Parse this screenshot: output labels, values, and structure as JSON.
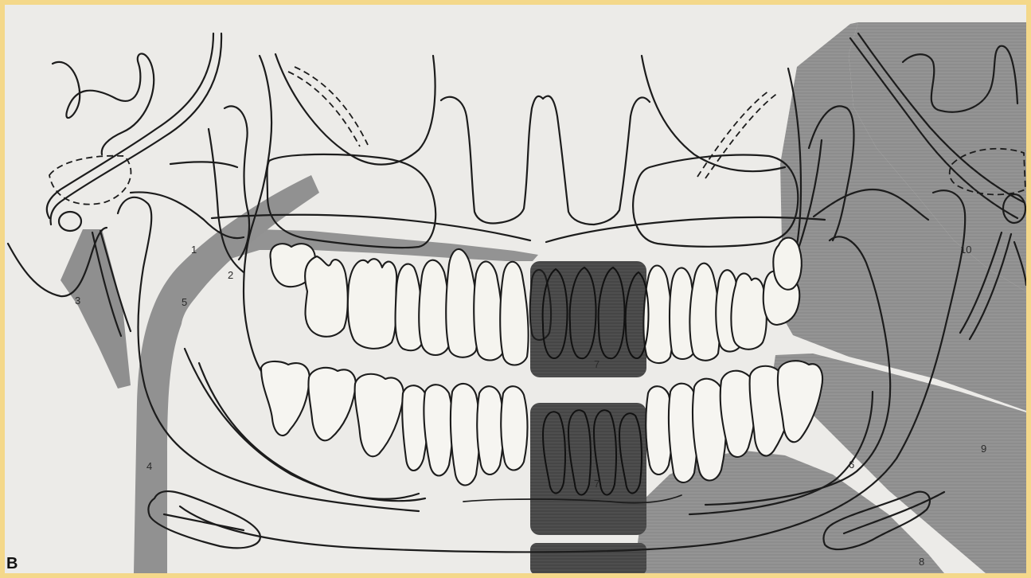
{
  "figure": {
    "panel_letter": "B",
    "labels": [
      "1",
      "2",
      "3",
      "4",
      "5",
      "6",
      "7",
      "7",
      "8",
      "9",
      "10"
    ]
  },
  "colors": {
    "frame": "#f4d88a",
    "paper": "#ecebe8",
    "shadow": "#8f8f8f",
    "dark_block": "#4a4a4a",
    "ink": "#1c1c1c"
  }
}
